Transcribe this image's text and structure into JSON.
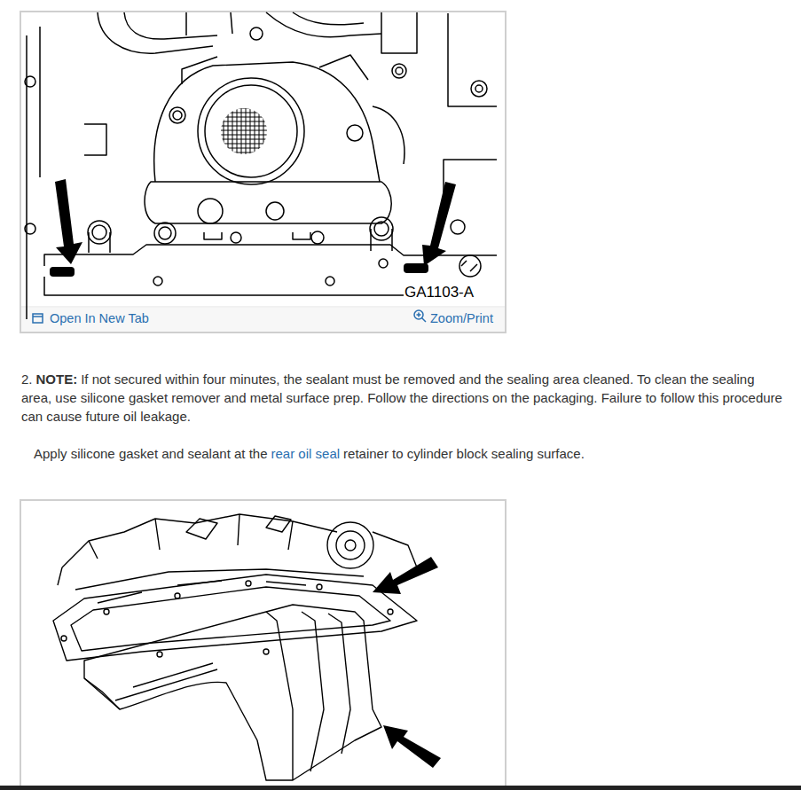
{
  "diagram": {
    "labels": [
      "GA1103-A",
      "Open In New Tab",
      "Zoom/Print",
      "2.",
      "NOTE:",
      "If not secured within four minutes, the sealant must be removed and the sealing area cleaned. To clean the sealing area, use silicone gasket remover and metal surface prep. Follow the directions on the packaging. Failure to follow this procedure can cause future oil leakage.",
      "Apply silicone gasket and sealant at the",
      "rear oil seal",
      "retainer to cylinder block sealing surface."
    ]
  }
}
